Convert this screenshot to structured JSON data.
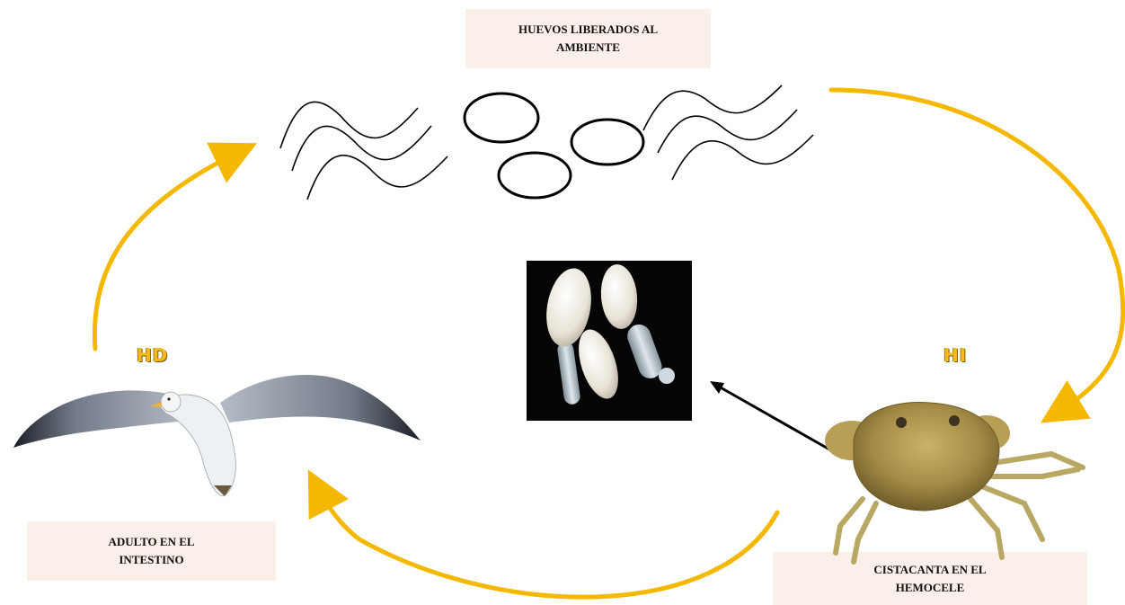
{
  "labels": {
    "eggs": "HUEVOS LIBERADOS AL\nAMBIENTE",
    "adult": "ADULTO EN EL\nINTESTINO",
    "cystacanth": "CISTACANTA  EN EL\nHEMOCELE"
  },
  "hosts": {
    "definitive": "HD",
    "intermediate": "HI"
  },
  "colors": {
    "cycle_arrow": "#f5b800",
    "label_bg": "#fbefe9",
    "photo_bg": "#050505"
  },
  "icons": [
    "seagull-image",
    "crab-image",
    "cystacanth-photo",
    "egg-icon",
    "larva-icon"
  ]
}
